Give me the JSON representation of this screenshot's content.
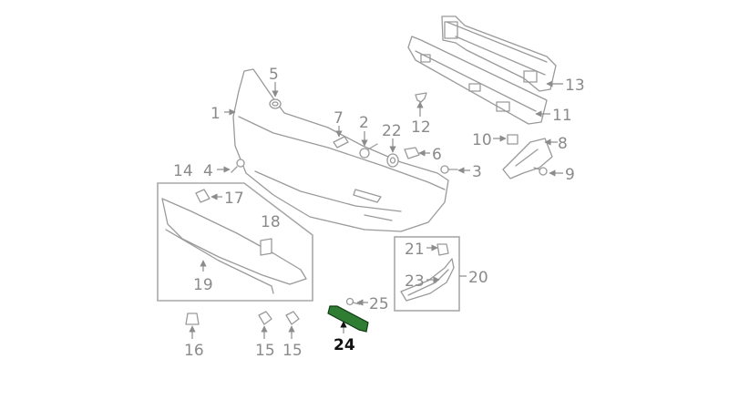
{
  "diagram": {
    "highlight_color": "#2e7d32",
    "line_color": "#9a9a9a",
    "callouts": {
      "c1": "1",
      "c2": "2",
      "c3": "3",
      "c4": "4",
      "c5": "5",
      "c6": "6",
      "c7": "7",
      "c8": "8",
      "c9": "9",
      "c10": "10",
      "c11": "11",
      "c12": "12",
      "c13": "13",
      "c14": "14",
      "c15a": "15",
      "c15b": "15",
      "c16": "16",
      "c17": "17",
      "c18": "18",
      "c19": "19",
      "c20": "20",
      "c21": "21",
      "c22": "22",
      "c23": "23",
      "c24": "24",
      "c25": "25"
    },
    "highlighted_part": "24"
  }
}
